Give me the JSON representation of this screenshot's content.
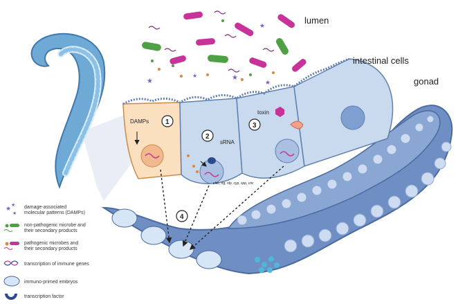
{
  "labels": {
    "lumen": "lumen",
    "intestinal_cells": "intestinal cells",
    "gonad": "gonad",
    "damps": "DAMPs",
    "srna": "sRNA",
    "toxin": "toxin",
    "genes": "clec, irg, nlp, cyp, spp, cnc"
  },
  "steps": [
    "1",
    "2",
    "3",
    "4"
  ],
  "legend": [
    {
      "icon": "damp-star-icon",
      "lines": [
        "damage-associated",
        "molecular patterns (DAMPs)"
      ]
    },
    {
      "icon": "non-pathogenic-microbe-icon",
      "lines": [
        "non-pathogenic microbe and",
        "their secondary products"
      ]
    },
    {
      "icon": "pathogenic-microbe-icon",
      "lines": [
        "pathogenic microbes and",
        "their secondary products"
      ]
    },
    {
      "icon": "dna-icon",
      "lines": [
        "transcription of immune genes"
      ]
    },
    {
      "icon": "embryo-icon",
      "lines": [
        "immuno-primed embryos"
      ]
    },
    {
      "icon": "transcription-factor-icon",
      "lines": [
        "transcription factor"
      ]
    }
  ],
  "colors": {
    "cell_blue": "#c9d9ee",
    "cell_outline": "#5e7fb0",
    "cell_orange": "#fbe0bf",
    "gonad": "#6f8fc4",
    "pathogen": "#c8339a",
    "microbe": "#4fa044",
    "worm": "#6fa9d6"
  }
}
